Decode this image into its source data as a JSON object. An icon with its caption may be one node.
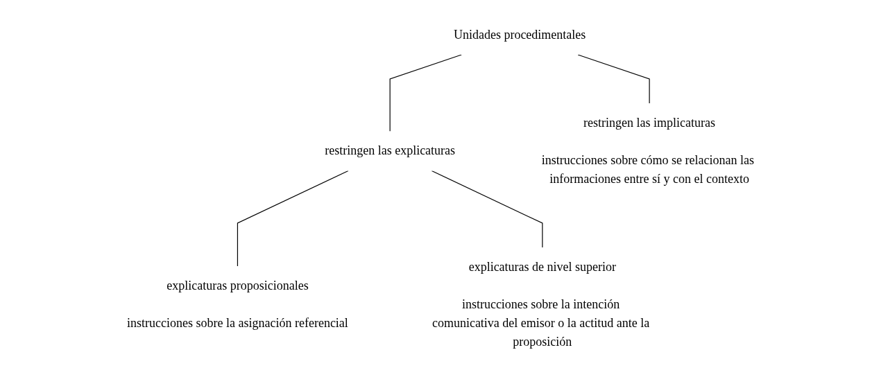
{
  "diagram": {
    "nodes": [
      {
        "text": [
          "Unidades procedimentales"
        ]
      },
      {
        "text": [
          "restringen las explicaturas"
        ]
      },
      {
        "text": [
          "restringen las implicaturas",
          "instrucciones sobre cómo se relacionan las informaciones entre sí y con el contexto"
        ]
      },
      {
        "text": [
          "explicaturas proposicionales",
          "instrucciones sobre la asignación referencial"
        ]
      },
      {
        "text": [
          "explicaturas de nivel superior",
          "instrucciones sobre la intención comunicativa del emisor o la actitud ante la proposición"
        ]
      }
    ],
    "edges": [
      {
        "from": 0,
        "to": 1,
        "arrow": "none"
      },
      {
        "from": 0,
        "to": 2,
        "arrow": "none"
      },
      {
        "from": 1,
        "to": 3,
        "arrow": "none"
      },
      {
        "from": 1,
        "to": 4,
        "arrow": "none"
      }
    ]
  }
}
